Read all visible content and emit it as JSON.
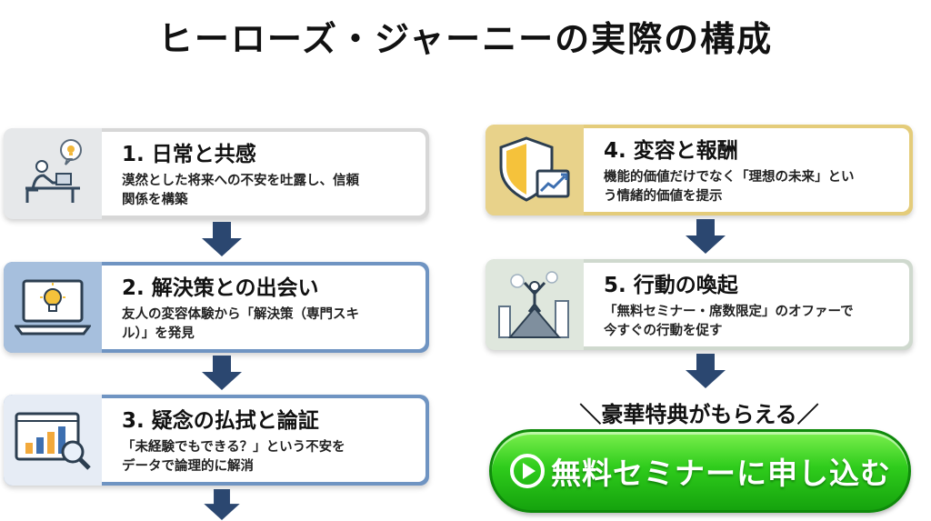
{
  "title": "ヒーローズ・ジャーニーの実際の構成",
  "steps": [
    {
      "title": "1. 日常と共感",
      "desc_1": "漠然とした将来への不安を吐露し、信頼",
      "desc_2": "関係を構築",
      "icon": "person-at-desk-icon"
    },
    {
      "title": "2. 解決策との出会い",
      "desc_1": "友人の変容体験から「解決策（専門スキ",
      "desc_2": "ル）」を発見",
      "icon": "laptop-lightbulb-icon"
    },
    {
      "title": "3. 疑念の払拭と論証",
      "desc_1": "「未経験でもできる？」という不安を",
      "desc_2": "データで論理的に解消",
      "icon": "chart-magnifier-icon"
    },
    {
      "title": "4. 変容と報酬",
      "desc_1": "機能的価値だけでなく「理想の未来」とい",
      "desc_2": "う情緒的価値を提示",
      "icon": "shield-chart-icon"
    },
    {
      "title": "5. 行動の喚起",
      "desc_1": "「無料セミナー・席数限定」のオファーで",
      "desc_2": "今すぐの行動を促す",
      "icon": "person-mountain-icon"
    }
  ],
  "bonus_text": "＼豪華特典がもらえる／",
  "cta": {
    "label": "無料セミナーに申し込む",
    "icon": "play-icon"
  },
  "colors": {
    "arrow": "#2b4770",
    "cta_green": "#2fcc1c",
    "step_blue": "#6f94c2",
    "step_gold": "#e4cc7a"
  }
}
